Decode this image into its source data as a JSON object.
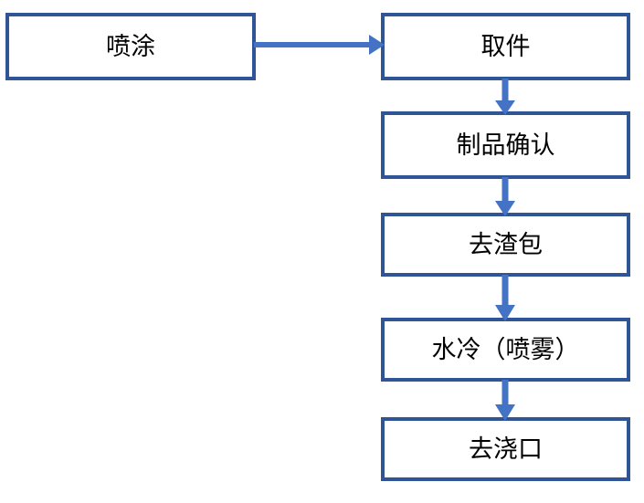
{
  "diagram": {
    "type": "flowchart",
    "title": "",
    "orientation": "vertical-with-entry",
    "background_color": "#FFFFFF",
    "node_border_color": "#2F5597",
    "node_fill_color": "#FFFFFF",
    "connector_color": "#4472C4",
    "text_color": "#000000",
    "nodes": [
      {
        "id": "spray",
        "label": "喷涂",
        "shape": "rectangle"
      },
      {
        "id": "pickup",
        "label": "取件",
        "shape": "rectangle"
      },
      {
        "id": "confirm",
        "label": "制品确认",
        "shape": "rectangle"
      },
      {
        "id": "deslag",
        "label": "去渣包",
        "shape": "rectangle"
      },
      {
        "id": "watercool",
        "label": "水冷（喷雾）",
        "shape": "rectangle"
      },
      {
        "id": "degate",
        "label": "去浇口",
        "shape": "rectangle"
      }
    ],
    "edges": [
      {
        "id": "spray-pickup",
        "from": "spray",
        "to": "pickup",
        "direction": "right",
        "label": ""
      },
      {
        "id": "pickup-confirm",
        "from": "pickup",
        "to": "confirm",
        "direction": "down",
        "label": ""
      },
      {
        "id": "confirm-deslag",
        "from": "confirm",
        "to": "deslag",
        "direction": "down",
        "label": ""
      },
      {
        "id": "deslag-watercool",
        "from": "deslag",
        "to": "watercool",
        "direction": "down",
        "label": ""
      },
      {
        "id": "watercool-degate",
        "from": "watercool",
        "to": "degate",
        "direction": "down",
        "label": ""
      }
    ]
  }
}
